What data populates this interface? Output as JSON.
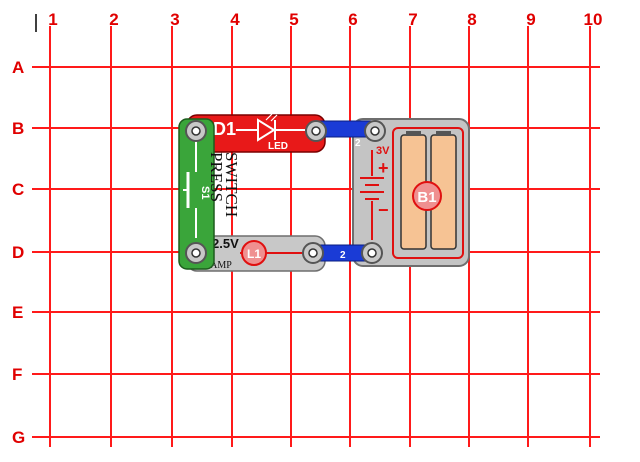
{
  "grid": {
    "columns": [
      "1",
      "2",
      "3",
      "4",
      "5",
      "6",
      "7",
      "8",
      "9",
      "10"
    ],
    "rows": [
      "A",
      "B",
      "C",
      "D",
      "E",
      "F",
      "G"
    ],
    "line_color": "#ff1a1a",
    "label_color": "#e00000"
  },
  "parts": {
    "led": {
      "label": "D1",
      "text": "LED",
      "color": "#e81919"
    },
    "switch": {
      "label": "S1",
      "text1": "PRESS",
      "text2": "SWITCH",
      "color": "#3aa53a"
    },
    "lamp": {
      "label": "L1",
      "text": "LAMP",
      "voltage": "2.5V",
      "color": "#c8c8c8"
    },
    "battery": {
      "label": "B1",
      "voltage": "3V",
      "plus": "+",
      "minus": "−",
      "color": "#c8c8c8"
    },
    "wire_top": {
      "label": "2",
      "color": "#1a3bd6"
    },
    "wire_bottom": {
      "label": "2",
      "color": "#1a3bd6"
    }
  }
}
